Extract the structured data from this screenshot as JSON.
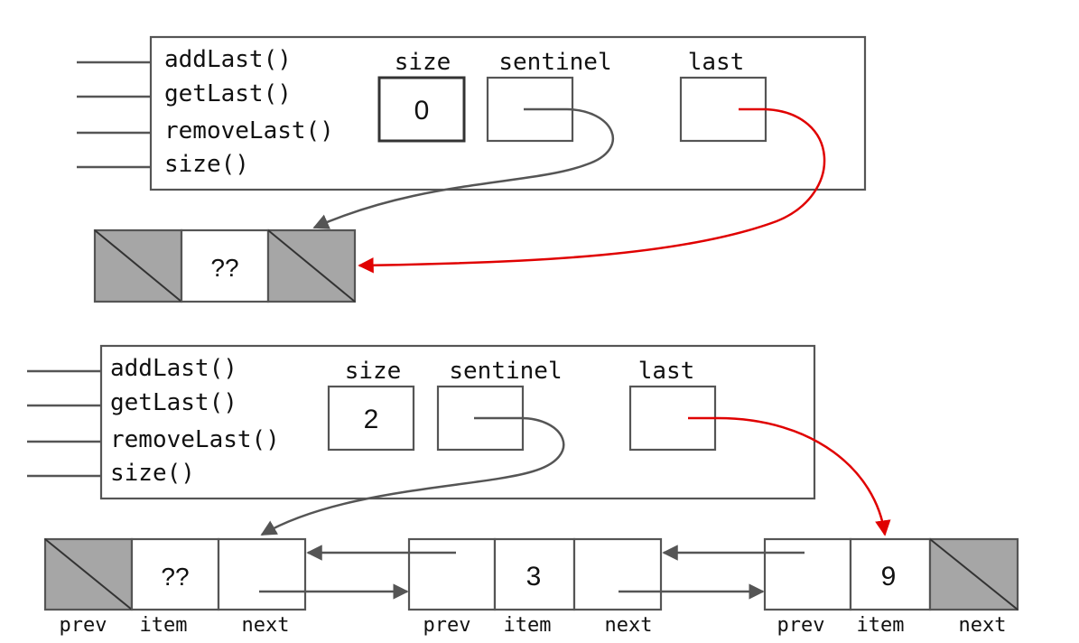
{
  "colors": {
    "pointer": "#555555",
    "last_pointer": "#e00000",
    "sentinel_fill": "#a6a6a6"
  },
  "top": {
    "methods": [
      "addLast()",
      "getLast()",
      "removeLast()",
      "size()"
    ],
    "labels": {
      "size": "size",
      "sentinel": "sentinel",
      "last": "last"
    },
    "size_value": "0",
    "sentinel_item": "??"
  },
  "bottom": {
    "methods": [
      "addLast()",
      "getLast()",
      "removeLast()",
      "size()"
    ],
    "labels": {
      "size": "size",
      "sentinel": "sentinel",
      "last": "last"
    },
    "size_value": "2",
    "nodes": [
      {
        "item": "??",
        "labels": [
          "prev",
          "item",
          "next"
        ]
      },
      {
        "item": "3",
        "labels": [
          "prev",
          "item",
          "next"
        ]
      },
      {
        "item": "9",
        "labels": [
          "prev",
          "item",
          "next"
        ]
      }
    ]
  }
}
